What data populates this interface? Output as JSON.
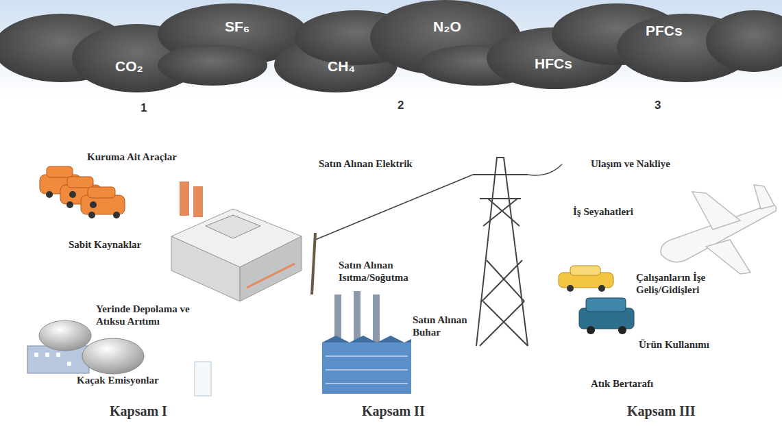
{
  "diagram": {
    "labels": [
      "CO₂",
      "SF₆",
      "CH₄",
      "N₂O",
      "HFCs",
      "PFCs",
      "1",
      "2",
      "3",
      "Kuruma Ait Araçlar",
      "Sabit Kaynaklar",
      "Yerinde Depolama ve Atıksu Arıtımı",
      "Kaçak Emisyonlar",
      "Kapsam I",
      "Satın Alınan Elektrik",
      "Satın Alınan Isıtma/Soğutma",
      "Satın Alınan Buhar",
      "Kapsam II",
      "Ulaşım ve Nakliye",
      "İş Seyahatleri",
      "Çalışanların İşe Geliş/Gidişleri",
      "Ürün Kullanımı",
      "Atık Bertarafı",
      "Kapsam III"
    ]
  }
}
